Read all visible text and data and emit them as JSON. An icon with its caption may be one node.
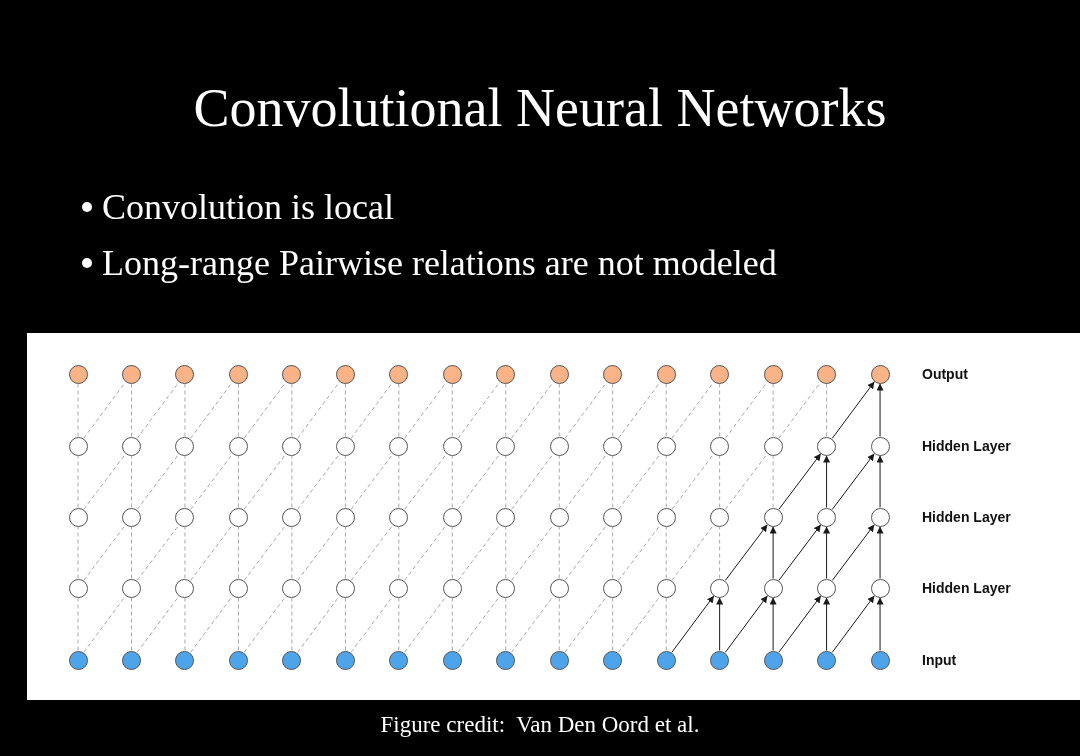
{
  "diagram": {
    "title": "Convolutional Neural Networks",
    "caption": "Figure credit:  Van Den Oord et al.",
    "labels": [
      "Convolution is local",
      "Long-range Pairwise relations are not modeled",
      "Output",
      "Hidden Layer",
      "Hidden Layer",
      "Hidden Layer",
      "Input"
    ],
    "nodes": [
      {
        "text": [],
        "shape": "circle"
      },
      {
        "text": [],
        "shape": "circle"
      },
      {
        "text": [],
        "shape": "circle"
      },
      {
        "text": [],
        "shape": "circle"
      },
      {
        "text": [],
        "shape": "circle"
      },
      {
        "text": [],
        "shape": "circle"
      },
      {
        "text": [],
        "shape": "circle"
      },
      {
        "text": [],
        "shape": "circle"
      },
      {
        "text": [],
        "shape": "circle"
      },
      {
        "text": [],
        "shape": "circle"
      },
      {
        "text": [],
        "shape": "circle"
      },
      {
        "text": [],
        "shape": "circle"
      },
      {
        "text": [],
        "shape": "circle"
      },
      {
        "text": [],
        "shape": "circle"
      },
      {
        "text": [],
        "shape": "circle"
      },
      {
        "text": [],
        "shape": "circle"
      },
      {
        "text": [],
        "shape": "circle"
      },
      {
        "text": [],
        "shape": "circle"
      },
      {
        "text": [],
        "shape": "circle"
      },
      {
        "text": [],
        "shape": "circle"
      },
      {
        "text": [],
        "shape": "circle"
      },
      {
        "text": [],
        "shape": "circle"
      },
      {
        "text": [],
        "shape": "circle"
      },
      {
        "text": [],
        "shape": "circle"
      },
      {
        "text": [],
        "shape": "circle"
      },
      {
        "text": [],
        "shape": "circle"
      },
      {
        "text": [],
        "shape": "circle"
      },
      {
        "text": [],
        "shape": "circle"
      },
      {
        "text": [],
        "shape": "circle"
      },
      {
        "text": [],
        "shape": "circle"
      },
      {
        "text": [],
        "shape": "circle"
      },
      {
        "text": [],
        "shape": "circle"
      },
      {
        "text": [],
        "shape": "circle"
      },
      {
        "text": [],
        "shape": "circle"
      },
      {
        "text": [],
        "shape": "circle"
      },
      {
        "text": [],
        "shape": "circle"
      },
      {
        "text": [],
        "shape": "circle"
      },
      {
        "text": [],
        "shape": "circle"
      },
      {
        "text": [],
        "shape": "circle"
      },
      {
        "text": [],
        "shape": "circle"
      },
      {
        "text": [],
        "shape": "circle"
      },
      {
        "text": [],
        "shape": "circle"
      },
      {
        "text": [],
        "shape": "circle"
      },
      {
        "text": [],
        "shape": "circle"
      },
      {
        "text": [],
        "shape": "circle"
      },
      {
        "text": [],
        "shape": "circle"
      },
      {
        "text": [],
        "shape": "circle"
      },
      {
        "text": [],
        "shape": "circle"
      },
      {
        "text": [],
        "shape": "circle"
      },
      {
        "text": [],
        "shape": "circle"
      },
      {
        "text": [],
        "shape": "circle"
      },
      {
        "text": [],
        "shape": "circle"
      },
      {
        "text": [],
        "shape": "circle"
      },
      {
        "text": [],
        "shape": "circle"
      },
      {
        "text": [],
        "shape": "circle"
      },
      {
        "text": [],
        "shape": "circle"
      },
      {
        "text": [],
        "shape": "circle"
      },
      {
        "text": [],
        "shape": "circle"
      },
      {
        "text": [],
        "shape": "circle"
      },
      {
        "text": [],
        "shape": "circle"
      },
      {
        "text": [],
        "shape": "circle"
      },
      {
        "text": [],
        "shape": "circle"
      },
      {
        "text": [],
        "shape": "circle"
      },
      {
        "text": [],
        "shape": "circle"
      },
      {
        "text": [],
        "shape": "circle"
      },
      {
        "text": [],
        "shape": "circle"
      },
      {
        "text": [],
        "shape": "circle"
      },
      {
        "text": [],
        "shape": "circle"
      },
      {
        "text": [],
        "shape": "circle"
      },
      {
        "text": [],
        "shape": "circle"
      },
      {
        "text": [],
        "shape": "circle"
      },
      {
        "text": [],
        "shape": "circle"
      },
      {
        "text": [],
        "shape": "circle"
      },
      {
        "text": [],
        "shape": "circle"
      },
      {
        "text": [],
        "shape": "circle"
      },
      {
        "text": [],
        "shape": "circle"
      },
      {
        "text": [],
        "shape": "circle"
      },
      {
        "text": [],
        "shape": "circle"
      },
      {
        "text": [],
        "shape": "circle"
      },
      {
        "text": [],
        "shape": "circle"
      }
    ],
    "edges": [
      {
        "from": 64,
        "to": 48,
        "arrow": "none",
        "style": "dashed"
      },
      {
        "from": 64,
        "to": 49,
        "arrow": "none",
        "style": "dashed"
      },
      {
        "from": 65,
        "to": 49,
        "arrow": "none",
        "style": "dashed"
      },
      {
        "from": 65,
        "to": 50,
        "arrow": "none",
        "style": "dashed"
      },
      {
        "from": 66,
        "to": 50,
        "arrow": "none",
        "style": "dashed"
      },
      {
        "from": 66,
        "to": 51,
        "arrow": "none",
        "style": "dashed"
      },
      {
        "from": 67,
        "to": 51,
        "arrow": "none",
        "style": "dashed"
      },
      {
        "from": 67,
        "to": 52,
        "arrow": "none",
        "style": "dashed"
      },
      {
        "from": 68,
        "to": 52,
        "arrow": "none",
        "style": "dashed"
      },
      {
        "from": 68,
        "to": 53,
        "arrow": "none",
        "style": "dashed"
      },
      {
        "from": 69,
        "to": 53,
        "arrow": "none",
        "style": "dashed"
      },
      {
        "from": 69,
        "to": 54,
        "arrow": "none",
        "style": "dashed"
      },
      {
        "from": 70,
        "to": 54,
        "arrow": "none",
        "style": "dashed"
      },
      {
        "from": 70,
        "to": 55,
        "arrow": "none",
        "style": "dashed"
      },
      {
        "from": 71,
        "to": 55,
        "arrow": "none",
        "style": "dashed"
      },
      {
        "from": 71,
        "to": 56,
        "arrow": "none",
        "style": "dashed"
      },
      {
        "from": 72,
        "to": 56,
        "arrow": "none",
        "style": "dashed"
      },
      {
        "from": 72,
        "to": 57,
        "arrow": "none",
        "style": "dashed"
      },
      {
        "from": 73,
        "to": 57,
        "arrow": "none",
        "style": "dashed"
      },
      {
        "from": 73,
        "to": 58,
        "arrow": "none",
        "style": "dashed"
      },
      {
        "from": 74,
        "to": 58,
        "arrow": "none",
        "style": "dashed"
      },
      {
        "from": 74,
        "to": 59,
        "arrow": "none",
        "style": "dashed"
      },
      {
        "from": 75,
        "to": 59,
        "arrow": "none",
        "style": "dashed"
      },
      {
        "from": 75,
        "to": 60,
        "arrow": "to",
        "color": "#1a1a1a"
      },
      {
        "from": 76,
        "to": 60,
        "arrow": "to",
        "color": "#1a1a1a"
      },
      {
        "from": 76,
        "to": 61,
        "arrow": "to",
        "color": "#1a1a1a"
      },
      {
        "from": 77,
        "to": 61,
        "arrow": "to",
        "color": "#1a1a1a"
      },
      {
        "from": 77,
        "to": 62,
        "arrow": "to",
        "color": "#1a1a1a"
      },
      {
        "from": 78,
        "to": 62,
        "arrow": "to",
        "color": "#1a1a1a"
      },
      {
        "from": 78,
        "to": 63,
        "arrow": "to",
        "color": "#1a1a1a"
      },
      {
        "from": 79,
        "to": 63,
        "arrow": "to",
        "color": "#1a1a1a"
      },
      {
        "from": 48,
        "to": 32,
        "arrow": "none",
        "style": "dashed"
      },
      {
        "from": 48,
        "to": 33,
        "arrow": "none",
        "style": "dashed"
      },
      {
        "from": 49,
        "to": 33,
        "arrow": "none",
        "style": "dashed"
      },
      {
        "from": 49,
        "to": 34,
        "arrow": "none",
        "style": "dashed"
      },
      {
        "from": 50,
        "to": 34,
        "arrow": "none",
        "style": "dashed"
      },
      {
        "from": 50,
        "to": 35,
        "arrow": "none",
        "style": "dashed"
      },
      {
        "from": 51,
        "to": 35,
        "arrow": "none",
        "style": "dashed"
      },
      {
        "from": 51,
        "to": 36,
        "arrow": "none",
        "style": "dashed"
      },
      {
        "from": 52,
        "to": 36,
        "arrow": "none",
        "style": "dashed"
      },
      {
        "from": 52,
        "to": 37,
        "arrow": "none",
        "style": "dashed"
      },
      {
        "from": 53,
        "to": 37,
        "arrow": "none",
        "style": "dashed"
      },
      {
        "from": 53,
        "to": 38,
        "arrow": "none",
        "style": "dashed"
      },
      {
        "from": 54,
        "to": 38,
        "arrow": "none",
        "style": "dashed"
      },
      {
        "from": 54,
        "to": 39,
        "arrow": "none",
        "style": "dashed"
      },
      {
        "from": 55,
        "to": 39,
        "arrow": "none",
        "style": "dashed"
      },
      {
        "from": 55,
        "to": 40,
        "arrow": "none",
        "style": "dashed"
      },
      {
        "from": 56,
        "to": 40,
        "arrow": "none",
        "style": "dashed"
      },
      {
        "from": 56,
        "to": 41,
        "arrow": "none",
        "style": "dashed"
      },
      {
        "from": 57,
        "to": 41,
        "arrow": "none",
        "style": "dashed"
      },
      {
        "from": 57,
        "to": 42,
        "arrow": "none",
        "style": "dashed"
      },
      {
        "from": 58,
        "to": 42,
        "arrow": "none",
        "style": "dashed"
      },
      {
        "from": 58,
        "to": 43,
        "arrow": "none",
        "style": "dashed"
      },
      {
        "from": 59,
        "to": 43,
        "arrow": "none",
        "style": "dashed"
      },
      {
        "from": 59,
        "to": 44,
        "arrow": "none",
        "style": "dashed"
      },
      {
        "from": 60,
        "to": 44,
        "arrow": "none",
        "style": "dashed"
      },
      {
        "from": 60,
        "to": 45,
        "arrow": "to",
        "color": "#1a1a1a"
      },
      {
        "from": 61,
        "to": 45,
        "arrow": "to",
        "color": "#1a1a1a"
      },
      {
        "from": 61,
        "to": 46,
        "arrow": "to",
        "color": "#1a1a1a"
      },
      {
        "from": 62,
        "to": 46,
        "arrow": "to",
        "color": "#1a1a1a"
      },
      {
        "from": 62,
        "to": 47,
        "arrow": "to",
        "color": "#1a1a1a"
      },
      {
        "from": 63,
        "to": 47,
        "arrow": "to",
        "color": "#1a1a1a"
      },
      {
        "from": 32,
        "to": 16,
        "arrow": "none",
        "style": "dashed"
      },
      {
        "from": 32,
        "to": 17,
        "arrow": "none",
        "style": "dashed"
      },
      {
        "from": 33,
        "to": 17,
        "arrow": "none",
        "style": "dashed"
      },
      {
        "from": 33,
        "to": 18,
        "arrow": "none",
        "style": "dashed"
      },
      {
        "from": 34,
        "to": 18,
        "arrow": "none",
        "style": "dashed"
      },
      {
        "from": 34,
        "to": 19,
        "arrow": "none",
        "style": "dashed"
      },
      {
        "from": 35,
        "to": 19,
        "arrow": "none",
        "style": "dashed"
      },
      {
        "from": 35,
        "to": 20,
        "arrow": "none",
        "style": "dashed"
      },
      {
        "from": 36,
        "to": 20,
        "arrow": "none",
        "style": "dashed"
      },
      {
        "from": 36,
        "to": 21,
        "arrow": "none",
        "style": "dashed"
      },
      {
        "from": 37,
        "to": 21,
        "arrow": "none",
        "style": "dashed"
      },
      {
        "from": 37,
        "to": 22,
        "arrow": "none",
        "style": "dashed"
      },
      {
        "from": 38,
        "to": 22,
        "arrow": "none",
        "style": "dashed"
      },
      {
        "from": 38,
        "to": 23,
        "arrow": "none",
        "style": "dashed"
      },
      {
        "from": 39,
        "to": 23,
        "arrow": "none",
        "style": "dashed"
      },
      {
        "from": 39,
        "to": 24,
        "arrow": "none",
        "style": "dashed"
      },
      {
        "from": 40,
        "to": 24,
        "arrow": "none",
        "style": "dashed"
      },
      {
        "from": 40,
        "to": 25,
        "arrow": "none",
        "style": "dashed"
      },
      {
        "from": 41,
        "to": 25,
        "arrow": "none",
        "style": "dashed"
      },
      {
        "from": 41,
        "to": 26,
        "arrow": "none",
        "style": "dashed"
      },
      {
        "from": 42,
        "to": 26,
        "arrow": "none",
        "style": "dashed"
      },
      {
        "from": 42,
        "to": 27,
        "arrow": "none",
        "style": "dashed"
      },
      {
        "from": 43,
        "to": 27,
        "arrow": "none",
        "style": "dashed"
      },
      {
        "from": 43,
        "to": 28,
        "arrow": "none",
        "style": "dashed"
      },
      {
        "from": 44,
        "to": 28,
        "arrow": "none",
        "style": "dashed"
      },
      {
        "from": 44,
        "to": 29,
        "arrow": "none",
        "style": "dashed"
      },
      {
        "from": 45,
        "to": 29,
        "arrow": "none",
        "style": "dashed"
      },
      {
        "from": 45,
        "to": 30,
        "arrow": "to",
        "color": "#1a1a1a"
      },
      {
        "from": 46,
        "to": 30,
        "arrow": "to",
        "color": "#1a1a1a"
      },
      {
        "from": 46,
        "to": 31,
        "arrow": "to",
        "color": "#1a1a1a"
      },
      {
        "from": 47,
        "to": 31,
        "arrow": "to",
        "color": "#1a1a1a"
      },
      {
        "from": 16,
        "to": 0,
        "arrow": "none",
        "style": "dashed"
      },
      {
        "from": 16,
        "to": 1,
        "arrow": "none",
        "style": "dashed"
      },
      {
        "from": 17,
        "to": 1,
        "arrow": "none",
        "style": "dashed"
      },
      {
        "from": 17,
        "to": 2,
        "arrow": "none",
        "style": "dashed"
      },
      {
        "from": 18,
        "to": 2,
        "arrow": "none",
        "style": "dashed"
      },
      {
        "from": 18,
        "to": 3,
        "arrow": "none",
        "style": "dashed"
      },
      {
        "from": 19,
        "to": 3,
        "arrow": "none",
        "style": "dashed"
      },
      {
        "from": 19,
        "to": 4,
        "arrow": "none",
        "style": "dashed"
      },
      {
        "from": 20,
        "to": 4,
        "arrow": "none",
        "style": "dashed"
      },
      {
        "from": 20,
        "to": 5,
        "arrow": "none",
        "style": "dashed"
      },
      {
        "from": 21,
        "to": 5,
        "arrow": "none",
        "style": "dashed"
      },
      {
        "from": 21,
        "to": 6,
        "arrow": "none",
        "style": "dashed"
      },
      {
        "from": 22,
        "to": 6,
        "arrow": "none",
        "style": "dashed"
      },
      {
        "from": 22,
        "to": 7,
        "arrow": "none",
        "style": "dashed"
      },
      {
        "from": 23,
        "to": 7,
        "arrow": "none",
        "style": "dashed"
      },
      {
        "from": 23,
        "to": 8,
        "arrow": "none",
        "style": "dashed"
      },
      {
        "from": 24,
        "to": 8,
        "arrow": "none",
        "style": "dashed"
      },
      {
        "from": 24,
        "to": 9,
        "arrow": "none",
        "style": "dashed"
      },
      {
        "from": 25,
        "to": 9,
        "arrow": "none",
        "style": "dashed"
      },
      {
        "from": 25,
        "to": 10,
        "arrow": "none",
        "style": "dashed"
      },
      {
        "from": 26,
        "to": 10,
        "arrow": "none",
        "style": "dashed"
      },
      {
        "from": 26,
        "to": 11,
        "arrow": "none",
        "style": "dashed"
      },
      {
        "from": 27,
        "to": 11,
        "arrow": "none",
        "style": "dashed"
      },
      {
        "from": 27,
        "to": 12,
        "arrow": "none",
        "style": "dashed"
      },
      {
        "from": 28,
        "to": 12,
        "arrow": "none",
        "style": "dashed"
      },
      {
        "from": 28,
        "to": 13,
        "arrow": "none",
        "style": "dashed"
      },
      {
        "from": 29,
        "to": 13,
        "arrow": "none",
        "style": "dashed"
      },
      {
        "from": 29,
        "to": 14,
        "arrow": "none",
        "style": "dashed"
      },
      {
        "from": 30,
        "to": 14,
        "arrow": "none",
        "style": "dashed"
      },
      {
        "from": 30,
        "to": 15,
        "arrow": "to",
        "color": "#1a1a1a"
      },
      {
        "from": 31,
        "to": 15,
        "arrow": "to",
        "color": "#1a1a1a"
      }
    ]
  }
}
